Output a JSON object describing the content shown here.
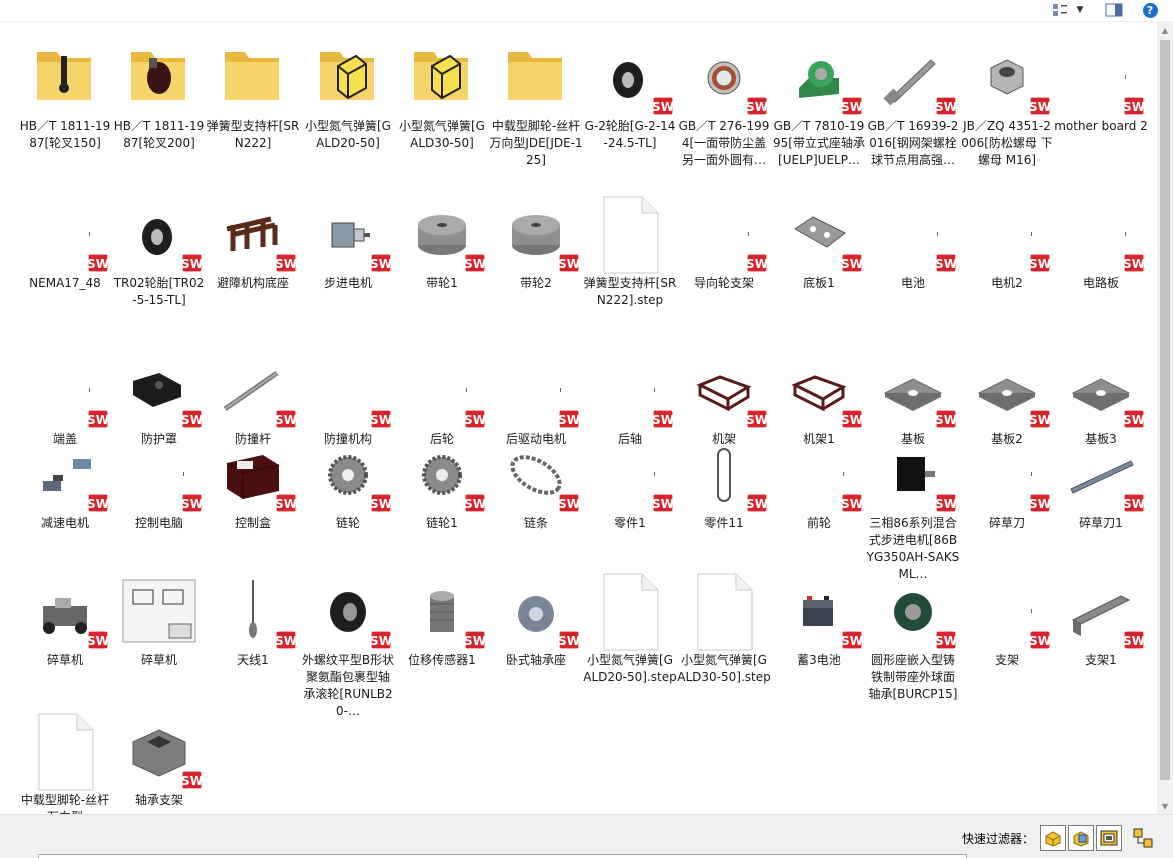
{
  "toolbar": {
    "view_icon": "view-tiles-icon",
    "dropdown_icon": "chevron-down-icon",
    "pane_icon": "preview-pane-icon",
    "help_label": "?"
  },
  "files": [
    {
      "label": "HB／T 1811-1987[轮叉150]",
      "kind": "folder",
      "art": "blackrod"
    },
    {
      "label": "HB／T 1811-1987[轮叉200]",
      "kind": "folder",
      "art": "darkwheel"
    },
    {
      "label": "弹簧型支持杆[SRN222]",
      "kind": "folder",
      "art": "none"
    },
    {
      "label": "小型氮气弹簧[GALD20-50]",
      "kind": "folder",
      "art": "yellowcube"
    },
    {
      "label": "小型氮气弹簧[GALD30-50]",
      "kind": "folder",
      "art": "yellowcube"
    },
    {
      "label": "中载型脚轮-丝杆万向型JDE[JDE-125]",
      "kind": "folder",
      "art": "none"
    },
    {
      "label": "G-2轮胎[G-2-14-24.5-TL]",
      "kind": "sw",
      "art": "tire"
    },
    {
      "label": "GB／T 276-1994[一面带防尘盖另一面外圆有…",
      "kind": "sw",
      "art": "bearing"
    },
    {
      "label": "GB／T 7810-1995[带立式座轴承[UELP]UELP…",
      "kind": "sw",
      "art": "pillow"
    },
    {
      "label": "GB／T 16939-2016[钢网架螺栓球节点用高强…",
      "kind": "sw",
      "art": "bolt"
    },
    {
      "label": "JB／ZQ 4351-2006[防松螺母 下螺母 M16]",
      "kind": "sw",
      "art": "nut"
    },
    {
      "label": "mother board 2",
      "kind": "sw",
      "art": "blank"
    },
    {
      "label": "NEMA17_48",
      "kind": "sw",
      "art": "blank"
    },
    {
      "label": "TR02轮胎[TR02-5-15-TL]",
      "kind": "sw",
      "art": "tire"
    },
    {
      "label": "避障机构底座",
      "kind": "sw",
      "art": "brownframe"
    },
    {
      "label": "步进电机",
      "kind": "sw",
      "art": "motor"
    },
    {
      "label": "带轮1",
      "kind": "sw",
      "art": "pulley"
    },
    {
      "label": "带轮2",
      "kind": "sw",
      "art": "pulley"
    },
    {
      "label": "弹簧型支持杆[SRN222].step",
      "kind": "doc",
      "art": "none"
    },
    {
      "label": "导向轮支架",
      "kind": "sw",
      "art": "blank"
    },
    {
      "label": "底板1",
      "kind": "sw",
      "art": "plate"
    },
    {
      "label": "电池",
      "kind": "sw",
      "art": "blank"
    },
    {
      "label": "电机2",
      "kind": "sw",
      "art": "blank"
    },
    {
      "label": "电路板",
      "kind": "sw",
      "art": "blank"
    },
    {
      "label": "端盖",
      "kind": "sw",
      "art": "blank"
    },
    {
      "label": "防护罩",
      "kind": "sw",
      "art": "guard"
    },
    {
      "label": "防撞杆",
      "kind": "sw",
      "art": "rod"
    },
    {
      "label": "防撞机构",
      "kind": "sw",
      "art": "none"
    },
    {
      "label": "后轮",
      "kind": "sw",
      "art": "blank"
    },
    {
      "label": "后驱动电机",
      "kind": "sw",
      "art": "blank"
    },
    {
      "label": "后轴",
      "kind": "sw",
      "art": "blank"
    },
    {
      "label": "机架",
      "kind": "sw",
      "art": "frame"
    },
    {
      "label": "机架1",
      "kind": "sw",
      "art": "frame"
    },
    {
      "label": "基板",
      "kind": "sw",
      "art": "baseplate"
    },
    {
      "label": "基板2",
      "kind": "sw",
      "art": "baseplate"
    },
    {
      "label": "基板3",
      "kind": "sw",
      "art": "baseplate"
    },
    {
      "label": "减速电机",
      "kind": "sw",
      "art": "gearmotor"
    },
    {
      "label": "控制电脑",
      "kind": "sw",
      "art": "blank"
    },
    {
      "label": "控制盒",
      "kind": "sw",
      "art": "box"
    },
    {
      "label": "链轮",
      "kind": "sw",
      "art": "sprocket"
    },
    {
      "label": "链轮1",
      "kind": "sw",
      "art": "sprocket"
    },
    {
      "label": "链条",
      "kind": "sw",
      "art": "chain"
    },
    {
      "label": "零件1",
      "kind": "sw",
      "art": "blank"
    },
    {
      "label": "零件11",
      "kind": "sw",
      "art": "loop"
    },
    {
      "label": "前轮",
      "kind": "sw",
      "art": "blank"
    },
    {
      "label": "三相86系列混合式步进电机[86BYG350AH-SAKSML…",
      "kind": "sw",
      "art": "steppermotor"
    },
    {
      "label": "碎草刀",
      "kind": "sw",
      "art": "blank"
    },
    {
      "label": "碎草刀1",
      "kind": "sw",
      "art": "blade"
    },
    {
      "label": "碎草机",
      "kind": "sw",
      "art": "mower"
    },
    {
      "label": "碎草机",
      "kind": "drawing",
      "art": "drawing"
    },
    {
      "label": "天线1",
      "kind": "sw",
      "art": "antenna"
    },
    {
      "label": "外螺纹平型B形状聚氨酯包裹型轴承滚轮[RUNLB20-…",
      "kind": "sw",
      "art": "roller"
    },
    {
      "label": "位移传感器1",
      "kind": "sw",
      "art": "sensor"
    },
    {
      "label": "卧式轴承座",
      "kind": "sw",
      "art": "housing"
    },
    {
      "label": "小型氮气弹簧[GALD20-50].step",
      "kind": "doc",
      "art": "none"
    },
    {
      "label": "小型氮气弹簧[GALD30-50].step",
      "kind": "doc",
      "art": "none"
    },
    {
      "label": "蓄3电池",
      "kind": "sw",
      "art": "battery"
    },
    {
      "label": "圆形座嵌入型铸铁制带座外球面轴承[BURCP15]",
      "kind": "sw",
      "art": "roundbearing"
    },
    {
      "label": "支架",
      "kind": "sw",
      "art": "blank"
    },
    {
      "label": "支架1",
      "kind": "sw",
      "art": "bracket"
    },
    {
      "label": "中载型脚轮-丝杆万向型",
      "kind": "doc",
      "art": "none"
    },
    {
      "label": "轴承支架",
      "kind": "sw",
      "art": "bearingblock"
    }
  ],
  "footer": {
    "filter_label": "快速过滤器：",
    "filter_icons": [
      "filter-parts-icon",
      "filter-assemblies-icon",
      "filter-drawings-icon",
      "filter-top-assemblies-icon"
    ]
  }
}
